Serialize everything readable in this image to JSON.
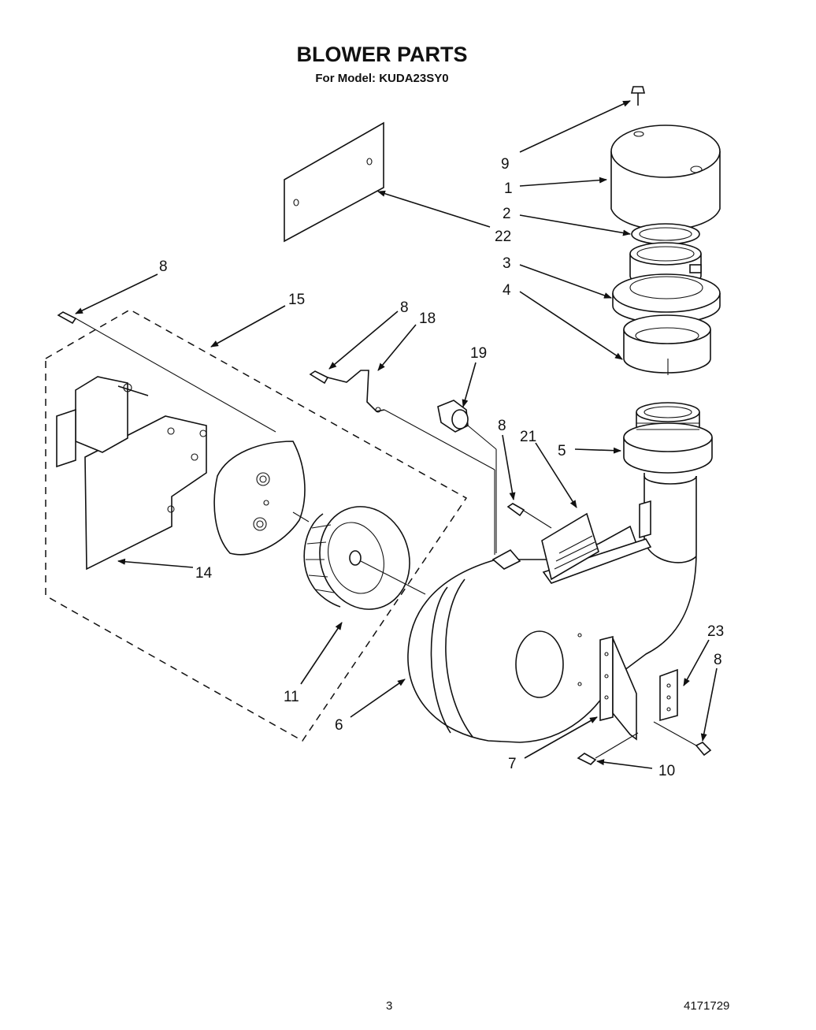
{
  "header": {
    "title": "BLOWER PARTS",
    "subtitle": "For Model: KUDA23SY0"
  },
  "callouts": [
    {
      "id": "9",
      "label": "9"
    },
    {
      "id": "1",
      "label": "1"
    },
    {
      "id": "2",
      "label": "2"
    },
    {
      "id": "22",
      "label": "22"
    },
    {
      "id": "3",
      "label": "3"
    },
    {
      "id": "4",
      "label": "4"
    },
    {
      "id": "8a",
      "label": "8"
    },
    {
      "id": "15",
      "label": "15"
    },
    {
      "id": "8b",
      "label": "8"
    },
    {
      "id": "18",
      "label": "18"
    },
    {
      "id": "19",
      "label": "19"
    },
    {
      "id": "8c",
      "label": "8"
    },
    {
      "id": "21",
      "label": "21"
    },
    {
      "id": "5",
      "label": "5"
    },
    {
      "id": "14",
      "label": "14"
    },
    {
      "id": "23",
      "label": "23"
    },
    {
      "id": "8d",
      "label": "8"
    },
    {
      "id": "11",
      "label": "11"
    },
    {
      "id": "6",
      "label": "6"
    },
    {
      "id": "7",
      "label": "7"
    },
    {
      "id": "10",
      "label": "10"
    }
  ],
  "footer": {
    "page_number": "3",
    "document_number": "4171729"
  }
}
